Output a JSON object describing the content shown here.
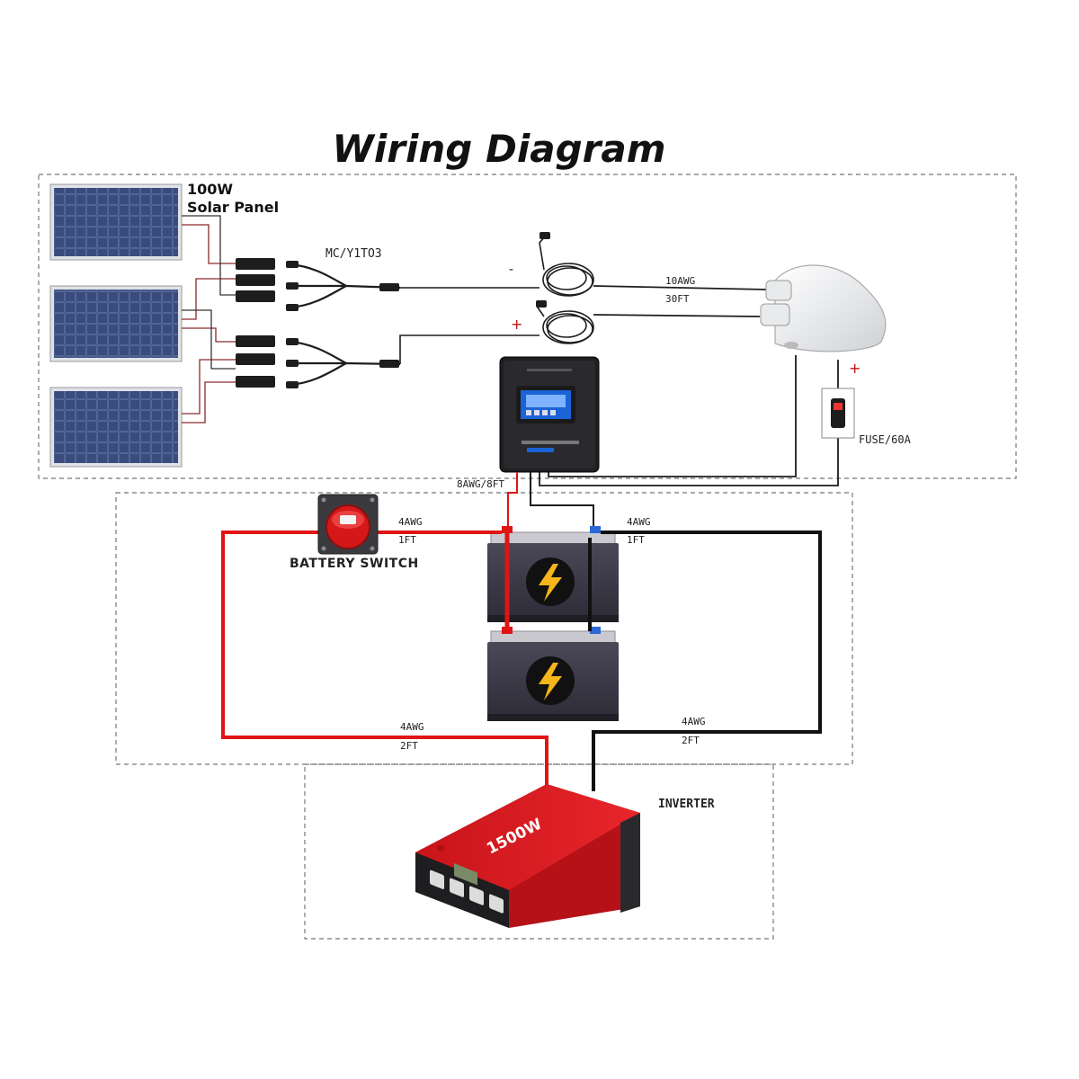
{
  "title": "Wiring Diagram",
  "solar_panel": {
    "wattage": "100W",
    "name": "Solar Panel",
    "count": 3
  },
  "branch_connector": "MC/Y1TO3",
  "polarity": {
    "negative": "-",
    "positive": "+"
  },
  "pv_cable": {
    "gauge": "10AWG",
    "length": "30FT"
  },
  "fuse": {
    "label": "FUSE/60A",
    "polarity": "+"
  },
  "controller_cable": "8AWG/8FT",
  "battery_switch": {
    "label": "BATTERY SWITCH"
  },
  "switch_to_battery": {
    "gauge": "4AWG",
    "length": "1FT"
  },
  "battery_neg_link": {
    "gauge": "4AWG",
    "length": "1FT"
  },
  "inverter_pos": {
    "gauge": "4AWG",
    "length": "2FT"
  },
  "inverter_neg": {
    "gauge": "4AWG",
    "length": "2FT"
  },
  "inverter": {
    "label": "INVERTER",
    "power": "1500W"
  },
  "colors": {
    "positive_wire": "#e01414",
    "negative_wire": "#111111",
    "inverter_body": "#d8161b"
  }
}
